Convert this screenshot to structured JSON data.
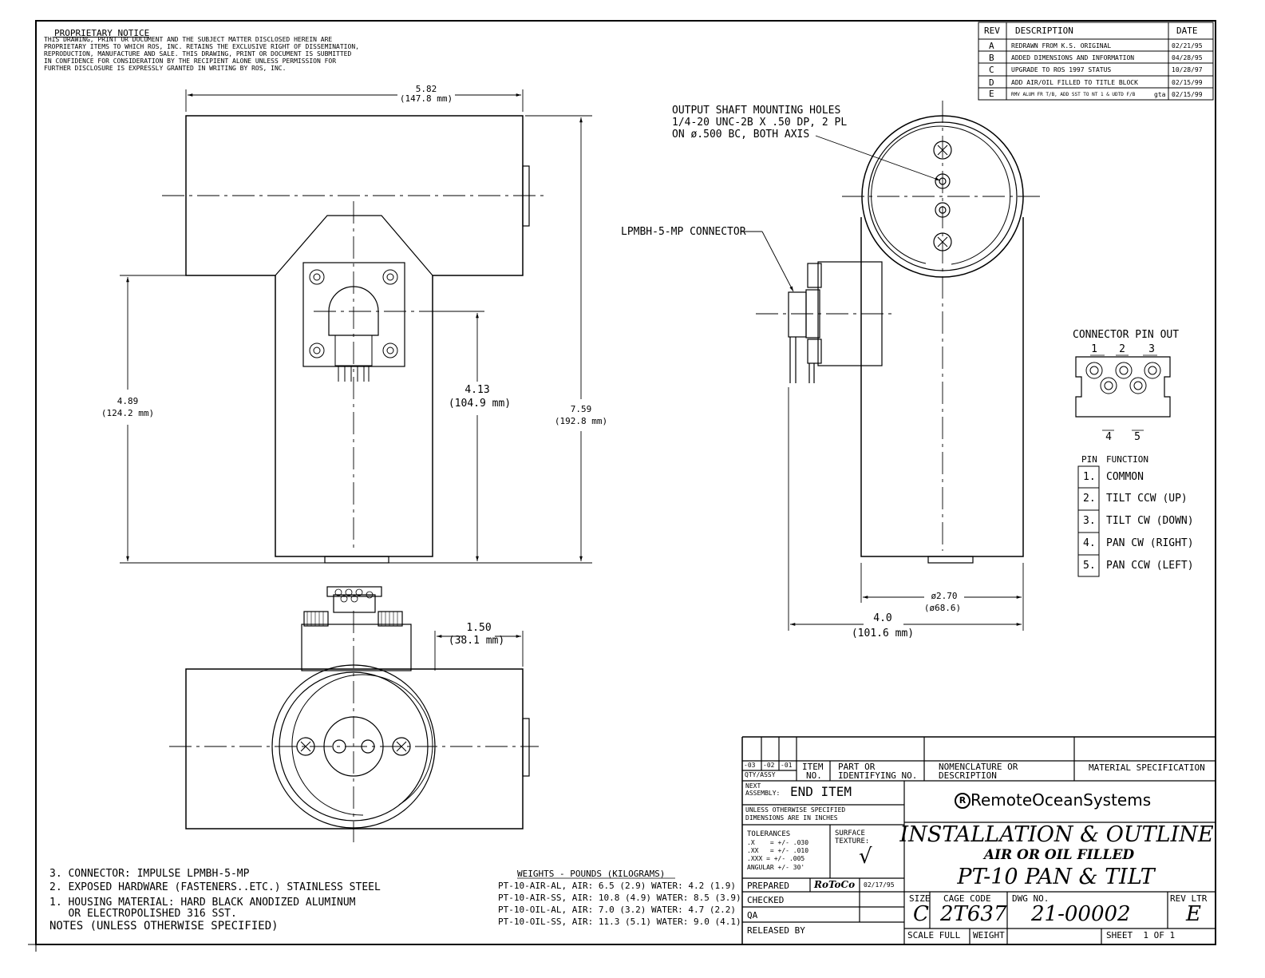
{
  "proprietary": {
    "heading": "PROPRIETARY NOTICE",
    "lines": [
      "THIS DRAWING, PRINT OR DOCUMENT AND THE SUBJECT MATTER DISCLOSED HEREIN ARE",
      "PROPRIETARY ITEMS TO WHICH ROS, INC. RETAINS THE EXCLUSIVE RIGHT OF DISSEMINATION,",
      "REPRODUCTION, MANUFACTURE AND SALE. THIS DRAWING, PRINT OR DOCUMENT IS SUBMITTED",
      "IN CONFIDENCE FOR CONSIDERATION BY THE RECIPIENT ALONE UNLESS PERMISSION FOR",
      "FURTHER DISCLOSURE IS EXPRESSLY GRANTED IN WRITING BY ROS, INC."
    ]
  },
  "revisions": {
    "headers": [
      "REV",
      "DESCRIPTION",
      "DATE"
    ],
    "rows": [
      {
        "rev": "A",
        "desc": "REDRAWN FROM K.S. ORIGINAL",
        "date": "02/21/95"
      },
      {
        "rev": "B",
        "desc": "ADDED DIMENSIONS AND INFORMATION",
        "date": "04/28/95"
      },
      {
        "rev": "C",
        "desc": "UPGRADE TO ROS 1997 STATUS",
        "date": "10/28/97"
      },
      {
        "rev": "D",
        "desc": "ADD AIR/OIL FILLED TO TITLE BLOCK",
        "date": "02/15/99"
      },
      {
        "rev": "E",
        "desc": "RMV ALUM FR T/B, ADD SST TO NT 1 & UDTD F/B",
        "by": "gta",
        "date": "02/15/99"
      }
    ]
  },
  "dimensions": {
    "top_width": "5.82",
    "top_width_mm": "(147.8 mm)",
    "height_lower": "4.89",
    "height_lower_mm": "(124.2 mm)",
    "height_mid": "4.13",
    "height_mid_mm": "(104.9 mm)",
    "height_total": "7.59",
    "height_total_mm": "(192.8 mm)",
    "bottom_offset": "1.50",
    "bottom_offset_mm": "(38.1 mm)",
    "side_dia": "ø2.70",
    "side_dia_mm": "(ø68.6)",
    "side_width": "4.0",
    "side_width_mm": "(101.6 mm)"
  },
  "callouts": {
    "output_shaft": [
      "OUTPUT SHAFT MOUNTING HOLES",
      "1/4-20 UNC-2B X .50 DP, 2 PL",
      "ON ø.500 BC, BOTH AXIS"
    ],
    "connector": "LPMBH-5-MP CONNECTOR"
  },
  "pinout": {
    "title": "CONNECTOR PIN OUT",
    "top_numbers": [
      "1",
      "2",
      "3"
    ],
    "bottom_numbers": [
      "4",
      "5"
    ],
    "headers": [
      "PIN",
      "FUNCTION"
    ],
    "rows": [
      {
        "pin": "1.",
        "function": "COMMON"
      },
      {
        "pin": "2.",
        "function": "TILT CCW (UP)"
      },
      {
        "pin": "3.",
        "function": "TILT CW (DOWN)"
      },
      {
        "pin": "4.",
        "function": "PAN CW (RIGHT)"
      },
      {
        "pin": "5.",
        "function": "PAN CCW (LEFT)"
      }
    ]
  },
  "notes": {
    "items": [
      "3. CONNECTOR: IMPULSE LPMBH-5-MP",
      "2. EXPOSED HARDWARE (FASTENERS..ETC.) STAINLESS STEEL",
      "1. HOUSING MATERIAL: HARD BLACK ANODIZED ALUMINUM",
      "   OR ELECTROPOLISHED 316 SST."
    ],
    "title": "NOTES (UNLESS OTHERWISE SPECIFIED)"
  },
  "weights": {
    "title": "WEIGHTS - POUNDS (KILOGRAMS)",
    "rows": [
      "PT-10-AIR-AL, AIR: 6.5 (2.9) WATER: 4.2 (1.9)",
      "PT-10-AIR-SS, AIR: 10.8 (4.9) WATER: 8.5 (3.9)",
      "PT-10-OIL-AL, AIR: 7.0 (3.2) WATER: 4.7 (2.2)",
      "PT-10-OIL-SS, AIR: 11.3 (5.1) WATER: 9.0 (4.1)"
    ]
  },
  "title_block": {
    "qty_cols": [
      "-03",
      "-02",
      "-01"
    ],
    "qty_label": "QTY/ASSY",
    "item_no": [
      "ITEM",
      "NO."
    ],
    "part": [
      "PART OR",
      "IDENTIFYING NO."
    ],
    "nomenclature": [
      "NOMENCLATURE OR",
      "DESCRIPTION"
    ],
    "material": "MATERIAL SPECIFICATION",
    "next_assembly_label": [
      "NEXT",
      "ASSEMBLY:"
    ],
    "next_assembly_value": "END ITEM",
    "unless": [
      "UNLESS OTHERWISE SPECIFIED",
      "DIMENSIONS ARE IN INCHES"
    ],
    "tolerances": [
      "TOLERANCES",
      ".X    = +/- .030",
      ".XX   = +/- .010",
      ".XXX = +/- .005",
      "ANGULAR +/- 30'"
    ],
    "surface": [
      "SURFACE",
      "TEXTURE:"
    ],
    "surface_symbol": "√",
    "company": "RemoteOceanSystems",
    "company_logo": "R",
    "title1": "INSTALLATION & OUTLINE",
    "title2": "AIR OR OIL FILLED",
    "title3": "PT-10 PAN & TILT",
    "prepared_label": "PREPARED",
    "prepared_by": "RoToCo",
    "prepared_date": "02/17/95",
    "checked_label": "CHECKED",
    "qa_label": "QA",
    "released_label": "RELEASED BY",
    "size_label": "SIZE",
    "size": "C",
    "cage_label": "CAGE CODE",
    "cage": "2T637",
    "dwg_label": "DWG NO.",
    "dwg": "21-00002",
    "rev_label": "REV LTR",
    "rev": "E",
    "scale": "SCALE FULL",
    "weight": "WEIGHT",
    "sheet": "SHEET  1 OF 1"
  }
}
